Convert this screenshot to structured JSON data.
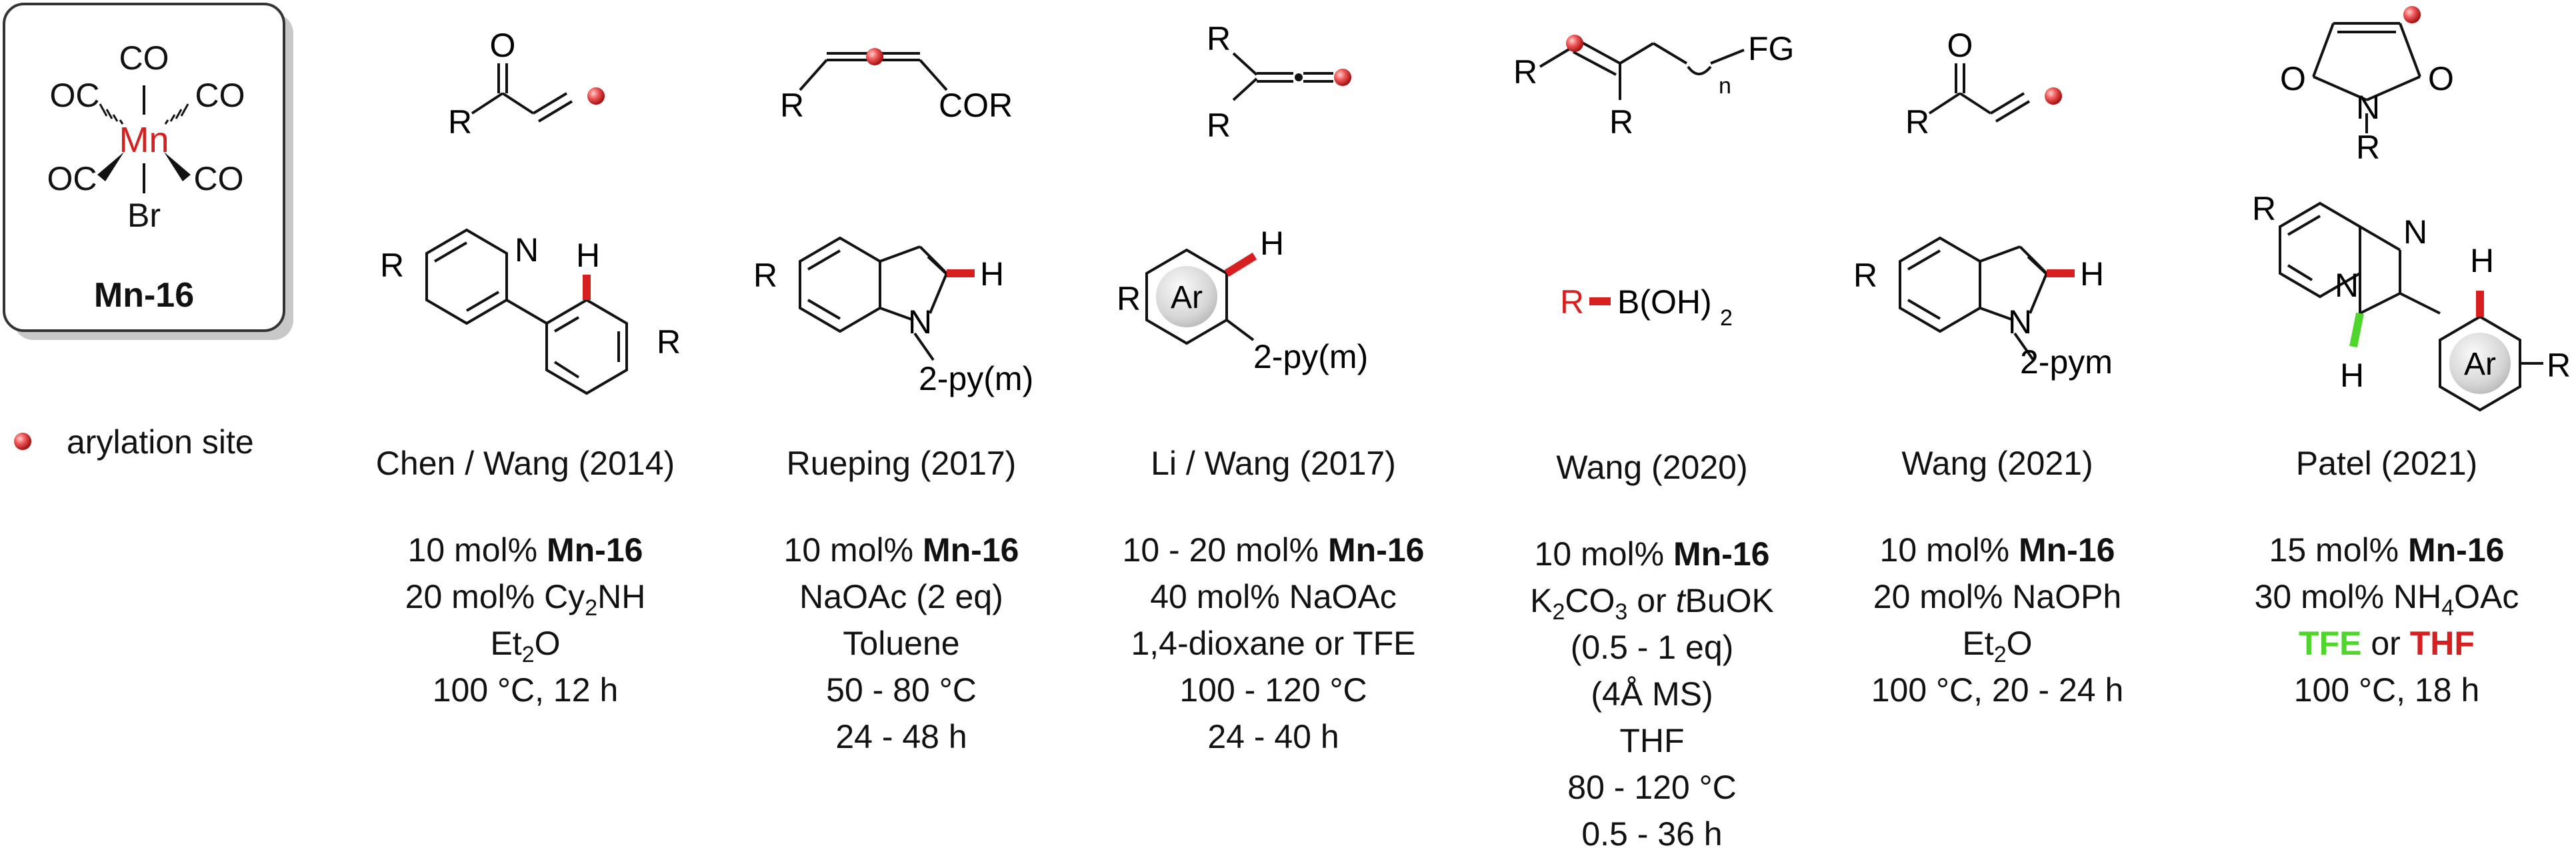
{
  "catalyst": {
    "ligands": [
      "CO",
      "OC",
      "CO",
      "OC",
      "CO"
    ],
    "metal": "Mn",
    "halide": "Br",
    "name": "Mn-16",
    "metal_color": "#d71f1f"
  },
  "legend": {
    "text": "arylation site",
    "dot_color": "#e83a3a"
  },
  "partners": {
    "enone_o": "O",
    "enone_r": "R",
    "ene_r": "R",
    "ene_cor": "COR",
    "allene_r1": "R",
    "allene_r2": "R",
    "alkene_r1": "R",
    "alkene_r2": "R",
    "alkene_fg": "FG",
    "alkene_n": "n",
    "enone2_o": "O",
    "enone2_r": "R",
    "maleimide_o1": "O",
    "maleimide_o2": "O",
    "maleimide_n": "N",
    "maleimide_r": "R"
  },
  "substrates": {
    "pyr_r": "R",
    "pyr_n": "N",
    "pyr_h": "H",
    "pyr_r2": "R",
    "ind_r": "R",
    "ind_n": "N",
    "ind_h": "H",
    "ind_dg": "2-py(m)",
    "ar_r": "R",
    "ar_label": "Ar",
    "ar_h": "H",
    "ar_dg": "2-py(m)",
    "boronic_r": "R",
    "boronic_b": "B(OH)",
    "boronic_sub": "2",
    "ind2_r": "R",
    "ind2_n": "N",
    "ind2_h": "H",
    "ind2_dg": "2-pym",
    "imid_r": "R",
    "imid_n1": "N",
    "imid_n2": "N",
    "imid_h1": "H",
    "imid_h2": "H",
    "imid_ar": "Ar",
    "imid_r2": "R"
  },
  "columns": [
    {
      "reference": "Chen / Wang (2014)",
      "catalyst": "Mn-16",
      "loading": "10 mol%",
      "additive_pre": "20 mol% Cy",
      "additive_sub": "2",
      "additive_post": "NH",
      "solvent_pre": "Et",
      "solvent_sub": "2",
      "solvent_post": "O",
      "temp_time": "100 °C, 12 h"
    },
    {
      "reference": "Rueping (2017)",
      "catalyst": "Mn-16",
      "loading": "10 mol%",
      "additive": "NaOAc (2 eq)",
      "solvent": "Toluene",
      "temp": "50 - 80 °C",
      "time": "24 - 48 h"
    },
    {
      "reference": "Li / Wang (2017)",
      "catalyst": "Mn-16",
      "loading": "10 - 20 mol%",
      "additive": "40 mol% NaOAc",
      "solvent": "1,4-dioxane or TFE",
      "temp": "100 - 120 °C",
      "time": "24 - 40 h"
    },
    {
      "reference": "Wang (2020)",
      "catalyst": "Mn-16",
      "loading": "10 mol%",
      "base_pre": "K",
      "base_sub": "2",
      "base_mid": "CO",
      "base_sub2": "3",
      "base_or": " or ",
      "base_t": "t",
      "base_post": "BuOK",
      "eq": "(0.5 - 1 eq)",
      "ms": "(4Å MS)",
      "solvent": "THF",
      "temp": "80 - 120 °C",
      "time": "0.5 - 36 h"
    },
    {
      "reference": "Wang (2021)",
      "catalyst": "Mn-16",
      "loading": "10 mol%",
      "additive": "20 mol% NaOPh",
      "solvent_pre": "Et",
      "solvent_sub": "2",
      "solvent_post": "O",
      "temp_time": "100 °C, 20 - 24 h"
    },
    {
      "reference": "Patel (2021)",
      "catalyst": "Mn-16",
      "loading": "15 mol%",
      "additive_pre": "30 mol% NH",
      "additive_sub": "4",
      "additive_post": "OAc",
      "solvent_a": "TFE",
      "solvent_or": " or ",
      "solvent_b": "THF",
      "temp_time": "100 °C, 18 h"
    }
  ],
  "colors": {
    "bond": "#111111",
    "highlight_red": "#d71f1f",
    "highlight_green": "#4fd62c",
    "box_border": "#333333",
    "box_shadow": "#c8c8c8"
  }
}
